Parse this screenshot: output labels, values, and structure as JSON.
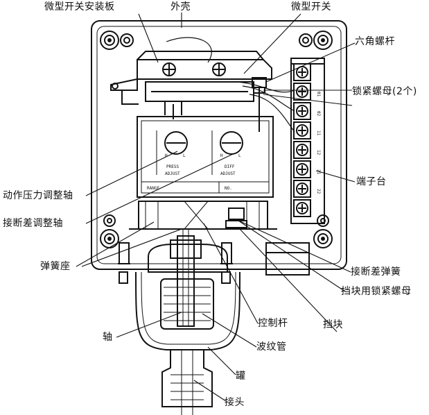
{
  "labels": {
    "micro_switch_plate": "微型开关安装板",
    "housing": "外壳",
    "micro_switch": "微型开关",
    "hex_screw": "六角螺杆",
    "lock_nut": "锁紧螺母(2个)",
    "terminal_block": "端子台",
    "pressure_adjust_shaft": "动作压力调整轴",
    "diff_adjust_shaft": "接断差调整轴",
    "spring_seat": "弹簧座",
    "diff_spring": "接断差弹簧",
    "stop_lock_nut": "挡块用锁紧螺母",
    "control_rod": "控制杆",
    "stop_block": "挡块",
    "shaft": "轴",
    "bellows": "波纹管",
    "can": "罐",
    "connector": "接头"
  },
  "plate_text": {
    "press": "PRESS",
    "adjust": "ADJUST",
    "diff": "DIFF",
    "h": "H",
    "l": "L",
    "range": "RANGE",
    "no": "NO."
  },
  "terminal_numbers": [
    "01",
    "02",
    "11",
    "12",
    "21",
    "22"
  ]
}
